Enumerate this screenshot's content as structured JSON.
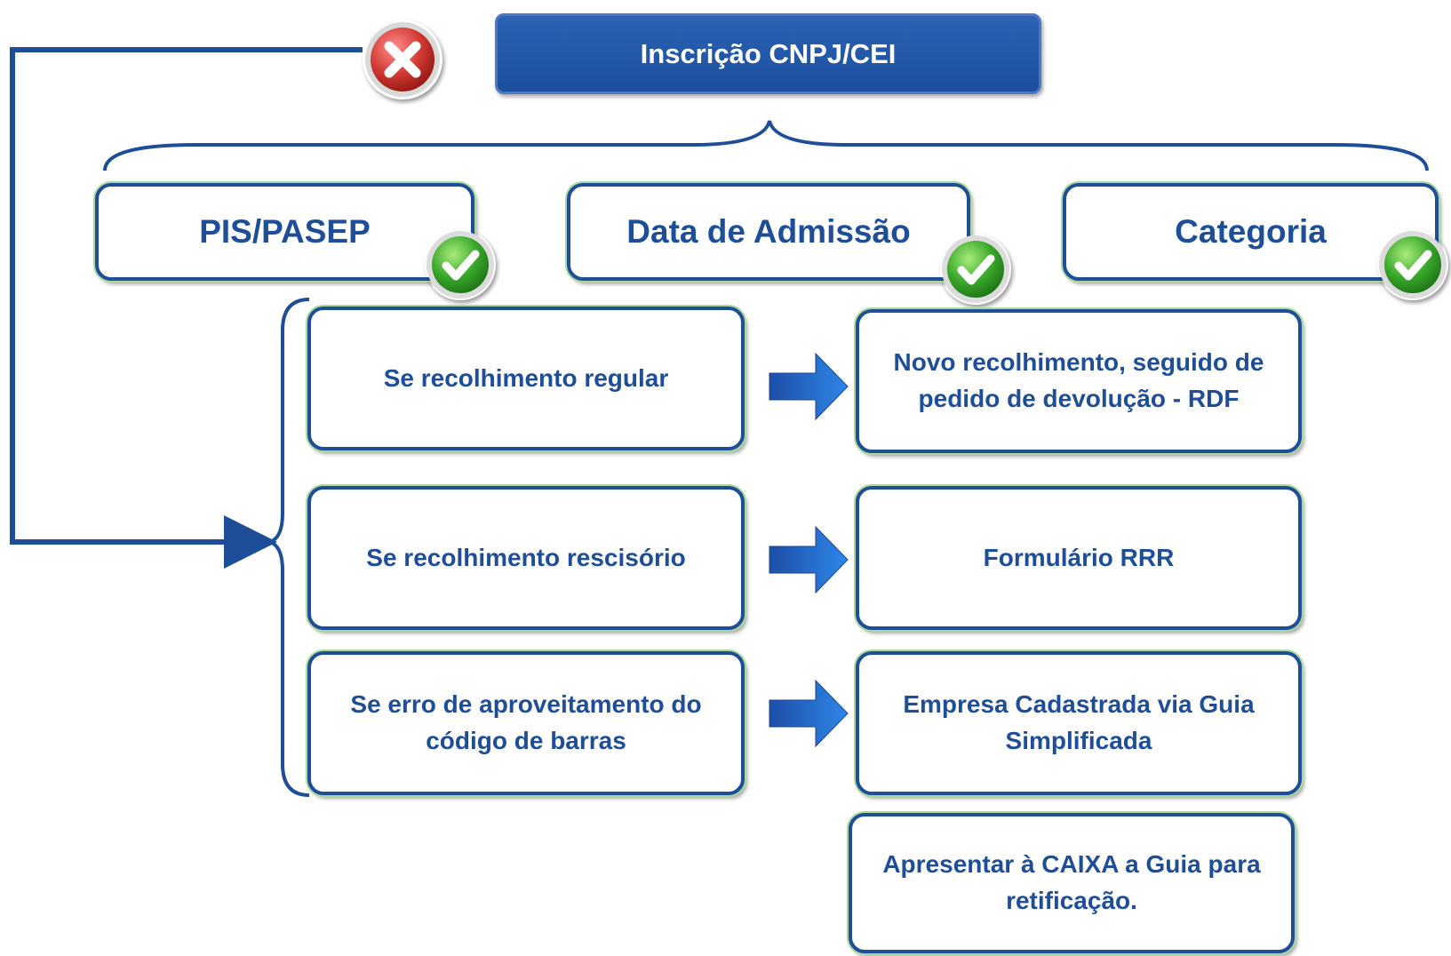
{
  "header": {
    "title": "Inscrição CNPJ/CEI"
  },
  "fields": [
    {
      "label": "PIS/PASEP",
      "status": "check"
    },
    {
      "label": "Data de Admissão",
      "status": "check"
    },
    {
      "label": "Categoria",
      "status": "check"
    }
  ],
  "header_status": "error",
  "cases": [
    {
      "condition": "Se recolhimento regular",
      "action": "Novo recolhimento, seguido de pedido de devolução - RDF"
    },
    {
      "condition": "Se recolhimento rescisório",
      "action": "Formulário RRR"
    },
    {
      "condition": "Se erro de aproveitamento do código de barras",
      "action": "Empresa Cadastrada via Guia Simplificada"
    }
  ],
  "extra_action": "Apresentar à CAIXA a Guia para retificação.",
  "colors": {
    "primary": "#1f4e99",
    "header_fill": "#1f4e99",
    "box_glow": "#a9d99a",
    "check": "#3aa82a",
    "error": "#c9302c"
  }
}
